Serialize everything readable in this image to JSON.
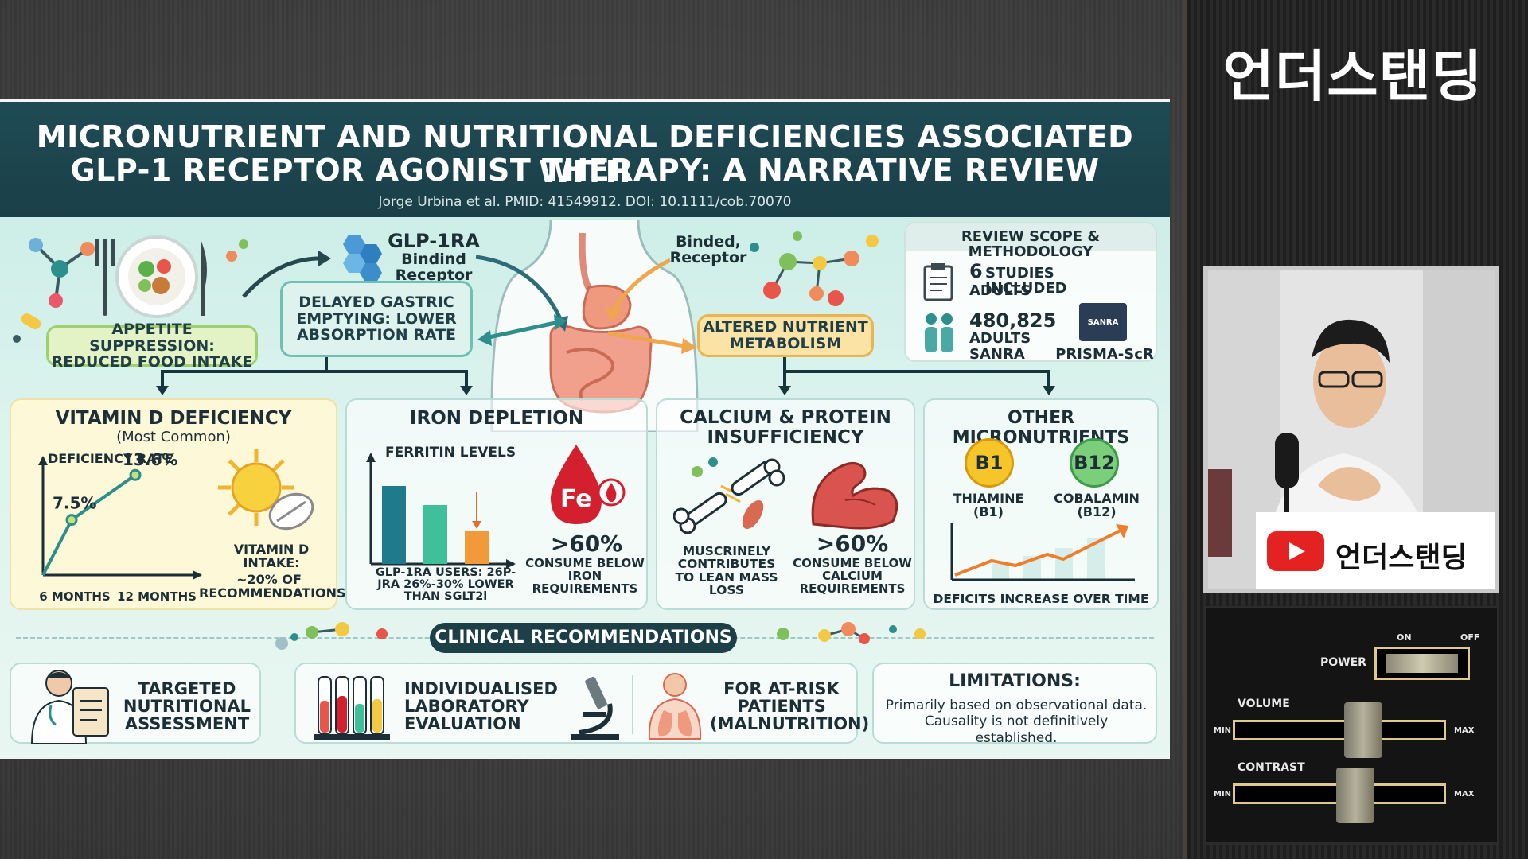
{
  "slide": {
    "title_line1": "MICRONUTRIENT AND NUTRITIONAL DEFICIENCIES ASSOCIATED WITH",
    "title_line2": "GLP-1 RECEPTOR AGONIST THERAPY: A NARRATIVE REVIEW",
    "citation": "Jorge Urbina et al. PMID: 41549912. DOI: 10.1111/cob.70070",
    "appetite": "APPETITE SUPPRESSION: REDUCED FOOD INTAKE",
    "glp_title": "GLP-1RA",
    "glp_sub": "Bindind Receptor",
    "delayed": "DELAYED GASTRIC EMPTYING: LOWER ABSORPTION RATE",
    "binded": "Binded, Receptor",
    "altered": "ALTERED NUTRIENT METABOLISM",
    "scope": {
      "title": "REVIEW SCOPE & METHODOLOGY",
      "studies_num": "6",
      "studies_label": "STUDIES INCLUDED",
      "studies_sub": "ADULTS",
      "adults_num": "480,825",
      "adults_label": "ADULTS",
      "sanra": "SANRA",
      "sanra_badge": "SANRA",
      "prisma": "PRISMA-ScR"
    },
    "vitd": {
      "title": "VITAMIN D DEFICIENCY",
      "subtitle": "(Most Common)",
      "rate_label": "DEFICIENCY RATE",
      "x1": "6 MONTHS",
      "x2": "12 MONTHS",
      "intake": "VITAMIN D INTAKE:",
      "intake_val": "~20% OF RECOMMENDATIONS",
      "chart_data": {
        "type": "line",
        "categories": [
          "6 MONTHS",
          "12 MONTHS"
        ],
        "values": [
          7.5,
          13.6
        ],
        "labels": [
          "7.5%",
          "13.6%"
        ]
      }
    },
    "iron": {
      "title": "IRON DEPLETION",
      "ferritin": "FERRITIN LEVELS",
      "caption": "GLP-1RA USERS: 26P-JRA 26%-30% LOWER THAN SGLT2i",
      "fe": "Fe",
      "pct": ">60%",
      "pct_label": "CONSUME BELOW IRON REQUIREMENTS"
    },
    "calcium": {
      "title": "CALCIUM & PROTEIN INSUFFICIENCY",
      "muscle": "MUSCRINELY CONTRIBUTES TO LEAN MASS LOSS",
      "pct": ">60%",
      "pct_label": "CONSUME BELOW CALCIUM REQUIREMENTS"
    },
    "other": {
      "title": "OTHER MICRONUTRIENTS",
      "b1": "B1",
      "b1_label": "THIAMINE (B1)",
      "b12": "B12",
      "b12_label": "COBALAMIN (B12)",
      "trend": "DEFICITS INCREASE OVER TIME"
    },
    "clinical": "CLINICAL RECOMMENDATIONS",
    "rec1": "TARGETED NUTRITIONAL ASSESSMENT",
    "rec2": "INDIVIDUALISED LABORATORY EVALUATION",
    "rec3": "FOR AT-RISK PATIENTS (MALNUTRITION)",
    "limits_title": "LIMITATIONS:",
    "limits_body": "Primarily based on observational data. Causality is not definitively established."
  },
  "channel": {
    "title": "언더스탠딩",
    "yt_label": "언더스탠딩"
  },
  "controls": {
    "on": "ON",
    "off": "OFF",
    "power": "POWER",
    "volume": "VOLUME",
    "contrast": "CONTRAST",
    "min": "MIN",
    "max": "MAX"
  },
  "colors": {
    "header": "#1f4b55",
    "accent_yellow": "#f3c667",
    "teal": "#2d8f8b",
    "youtube": "#e52222"
  }
}
